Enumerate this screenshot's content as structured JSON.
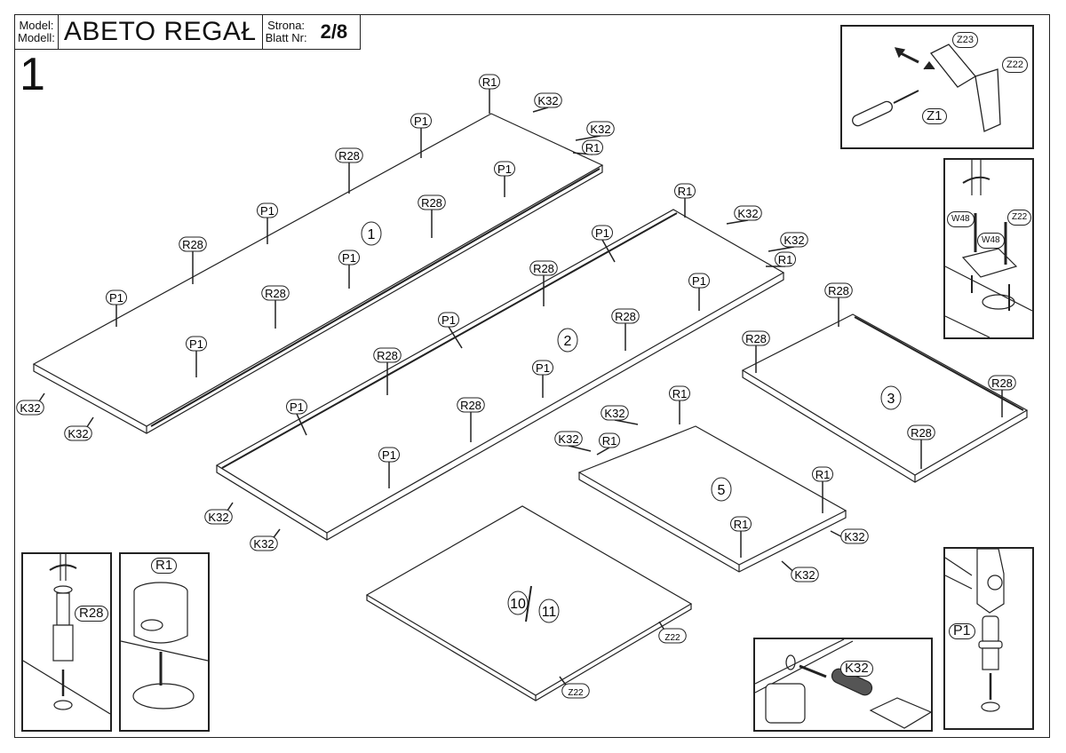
{
  "header": {
    "model_label_pl": "Model:",
    "model_label_de": "Modell:",
    "model_name": "ABETO REGAŁ",
    "page_label_pl": "Strona:",
    "page_label_de": "Blatt Nr:",
    "page_number": "2/8"
  },
  "step_number": "1",
  "panels": [
    {
      "id": "panel-1",
      "number": "1"
    },
    {
      "id": "panel-2",
      "number": "2"
    },
    {
      "id": "panel-3",
      "number": "3"
    },
    {
      "id": "panel-5",
      "number": "5"
    },
    {
      "id": "panel-10-11",
      "number_a": "10",
      "number_b": "11"
    }
  ],
  "hardware_labels": {
    "R1": "R1",
    "R28": "R28",
    "P1": "P1",
    "K32": "K32",
    "Z1": "Z1",
    "Z22": "Z22",
    "Z23": "Z23",
    "W48": "W48"
  },
  "detail_boxes": {
    "hinge_adjust": {
      "labels": [
        "Z23",
        "Z22",
        "Z1"
      ]
    },
    "hinge_mount": {
      "labels": [
        "W48",
        "W48",
        "Z22"
      ]
    },
    "cam_dowel": {
      "label": "R28"
    },
    "cam_lock": {
      "label": "R1"
    },
    "wood_dowel": {
      "label": "K32"
    },
    "shelf_pin": {
      "label": "P1"
    }
  }
}
